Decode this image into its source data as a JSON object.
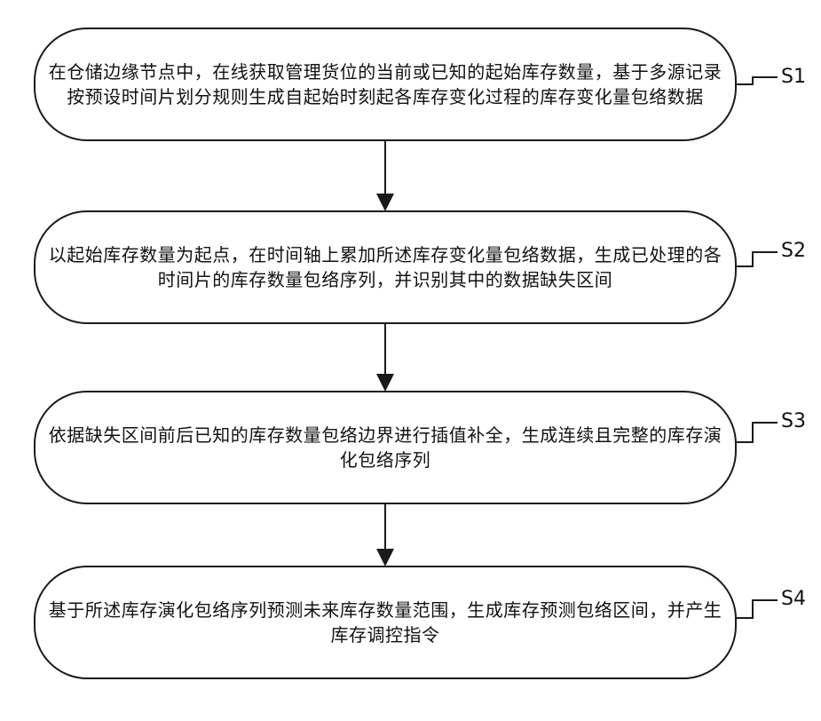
{
  "steps": [
    {
      "label": "S1",
      "text": "在仓储边缘节点中，在线获取管理货位的当前或已知的起始库存数量，基于多源记录按预设时间片划分规则生成自起始时刻起各库存变化过程的库存变化量包络数据"
    },
    {
      "label": "S2",
      "text": "以起始库存数量为起点，在时间轴上累加所述库存变化量包络数据，生成已处理的各时间片的库存数量包络序列，并识别其中的数据缺失区间"
    },
    {
      "label": "S3",
      "text": "依据缺失区间前后已知的库存数量包络边界进行插值补全，生成连续且完整的库存演化包络序列"
    },
    {
      "label": "S4",
      "text": "基于所述库存演化包络序列预测未来库存数量范围，生成库存预测包络区间，并产生库存调控指令"
    }
  ]
}
